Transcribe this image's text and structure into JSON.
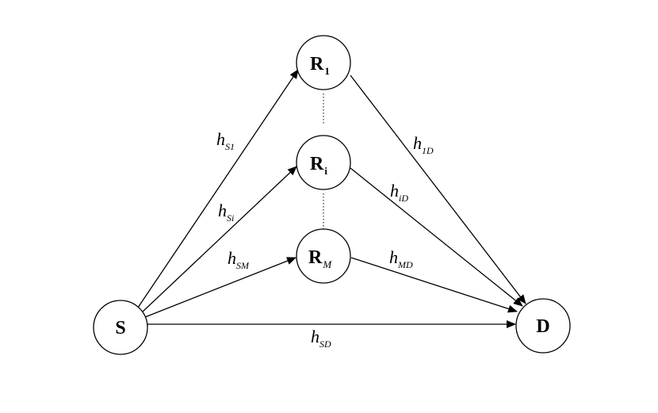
{
  "nodes": {
    "source": {
      "label": "S"
    },
    "r1": {
      "label": "R",
      "sub": "1"
    },
    "ri": {
      "label": "R",
      "sub": "i"
    },
    "rm": {
      "label": "R",
      "sub": "M"
    },
    "destination": {
      "label": "D"
    }
  },
  "edges": {
    "s_r1": {
      "main": "h",
      "sub": "S1"
    },
    "s_ri": {
      "main": "h",
      "sub": "Si"
    },
    "s_rm": {
      "main": "h",
      "sub": "SM"
    },
    "r1_d": {
      "main": "h",
      "sub": "1D"
    },
    "ri_d": {
      "main": "h",
      "sub": "iD"
    },
    "rm_d": {
      "main": "h",
      "sub": "MD"
    },
    "s_d": {
      "main": "h",
      "sub": "SD"
    }
  }
}
